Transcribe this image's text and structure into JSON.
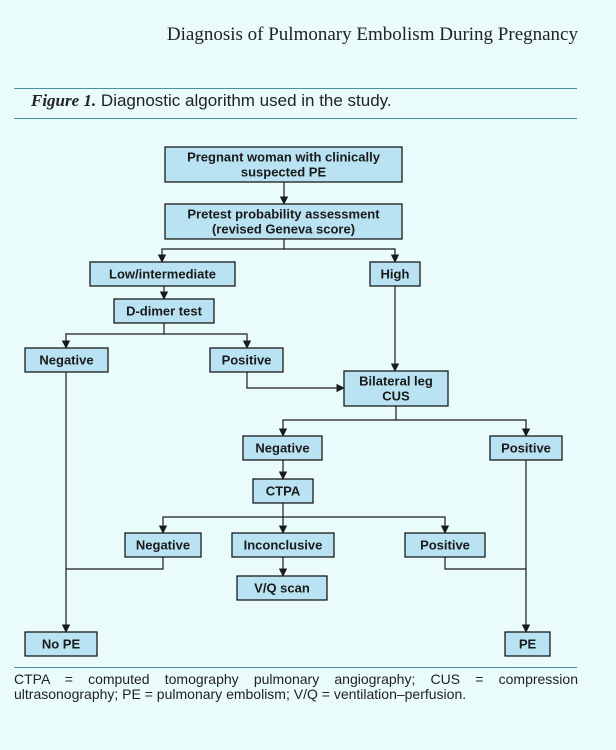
{
  "header": {
    "running_title": "Diagnosis of Pulmonary Embolism During Pregnancy"
  },
  "caption": {
    "figure_label": "Figure 1.",
    "text": "Diagnostic algorithm used in the study."
  },
  "flowchart": {
    "nodes": {
      "start": [
        "Pregnant woman with clinically",
        "suspected PE"
      ],
      "pretest": [
        "Pretest probability assessment",
        "(revised Geneva score)"
      ],
      "low_intermediate": [
        "Low/intermediate"
      ],
      "high": [
        "High"
      ],
      "ddimer": [
        "D-dimer test"
      ],
      "neg1": [
        "Negative"
      ],
      "pos1": [
        "Positive"
      ],
      "cus": [
        "Bilateral leg",
        "CUS"
      ],
      "neg2": [
        "Negative"
      ],
      "pos2": [
        "Positive"
      ],
      "ctpa": [
        "CTPA"
      ],
      "neg3": [
        "Negative"
      ],
      "inconclusive": [
        "Inconclusive"
      ],
      "pos3": [
        "Positive"
      ],
      "vq": [
        "V/Q scan"
      ],
      "no_pe": [
        "No PE"
      ],
      "pe": [
        "PE"
      ]
    },
    "edges": [
      [
        "start",
        "pretest"
      ],
      [
        "pretest",
        "low_intermediate"
      ],
      [
        "pretest",
        "high"
      ],
      [
        "low_intermediate",
        "ddimer"
      ],
      [
        "ddimer",
        "neg1"
      ],
      [
        "ddimer",
        "pos1"
      ],
      [
        "pos1",
        "cus"
      ],
      [
        "high",
        "cus"
      ],
      [
        "cus",
        "neg2"
      ],
      [
        "cus",
        "pos2"
      ],
      [
        "neg2",
        "ctpa"
      ],
      [
        "ctpa",
        "neg3"
      ],
      [
        "ctpa",
        "inconclusive"
      ],
      [
        "ctpa",
        "pos3"
      ],
      [
        "inconclusive",
        "vq"
      ],
      [
        "neg1",
        "no_pe"
      ],
      [
        "neg3",
        "no_pe"
      ],
      [
        "pos2",
        "pe"
      ],
      [
        "pos3",
        "pe"
      ]
    ]
  },
  "footnote": {
    "text": "CTPA = computed tomography pulmonary angiography; CUS = compression ultrasonography; PE = pulmonary embolism; V/Q = ventilation–perfusion."
  }
}
